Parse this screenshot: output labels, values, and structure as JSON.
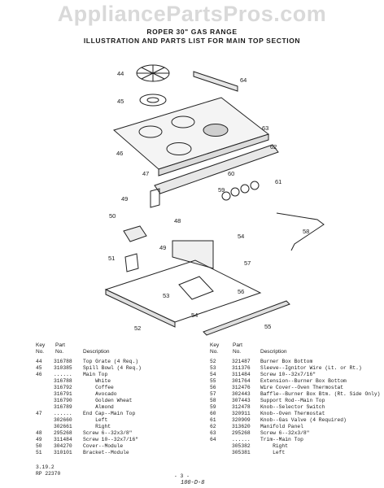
{
  "watermark": "AppliancePartsPros.com",
  "header": {
    "title": "ROPER 30\" GAS RANGE",
    "subtitle": "ILLUSTRATION AND PARTS LIST FOR MAIN TOP SECTION"
  },
  "diagram": {
    "callouts": [
      "44",
      "45",
      "46",
      "47",
      "48",
      "49",
      "49",
      "50",
      "51",
      "52",
      "53",
      "54",
      "54",
      "55",
      "56",
      "57",
      "58",
      "59",
      "60",
      "61",
      "62",
      "63",
      "64"
    ]
  },
  "parts_list": {
    "headers": {
      "key_line1": "Key",
      "key_line2": "No.",
      "part_line1": "Part",
      "part_line2": "No.",
      "description": "Description"
    },
    "left": [
      {
        "key": "44",
        "part": "316788",
        "desc": "Top Grate (4 Req.)"
      },
      {
        "key": "45",
        "part": "310385",
        "desc": "Spill Bowl (4 Req.)"
      },
      {
        "key": "46",
        "part": "......",
        "desc": "Main Top"
      },
      {
        "key": "",
        "part": "316788",
        "desc": "    White"
      },
      {
        "key": "",
        "part": "316792",
        "desc": "    Coffee"
      },
      {
        "key": "",
        "part": "316791",
        "desc": "    Avocado"
      },
      {
        "key": "",
        "part": "316790",
        "desc": "    Golden Wheat"
      },
      {
        "key": "",
        "part": "316789",
        "desc": "    Almond"
      },
      {
        "key": "47",
        "part": "......",
        "desc": "End Cap--Main Top"
      },
      {
        "key": "",
        "part": "302660",
        "desc": "    Left"
      },
      {
        "key": "",
        "part": "302661",
        "desc": "    Right"
      },
      {
        "key": "48",
        "part": "295268",
        "desc": "Screw 6--32x3/8\""
      },
      {
        "key": "49",
        "part": "311484",
        "desc": "Screw 10--32x7/16\""
      },
      {
        "key": "50",
        "part": "304270",
        "desc": "Cover--Module"
      },
      {
        "key": "51",
        "part": "310101",
        "desc": "Bracket--Module"
      }
    ],
    "right": [
      {
        "key": "52",
        "part": "321487",
        "desc": "Burner Box Bottom"
      },
      {
        "key": "53",
        "part": "311376",
        "desc": "Sleeve--Ignitor Wire (Lt. or Rt.)"
      },
      {
        "key": "54",
        "part": "311484",
        "desc": "Screw 10--32x7/16\""
      },
      {
        "key": "55",
        "part": "301764",
        "desc": "Extension--Burner Box Bottom"
      },
      {
        "key": "56",
        "part": "312476",
        "desc": "Wire Cover--Oven Thermostat"
      },
      {
        "key": "57",
        "part": "302443",
        "desc": "Baffle--Burner Box Btm. (Rt. Side Only)"
      },
      {
        "key": "58",
        "part": "307443",
        "desc": "Support Rod--Main Top"
      },
      {
        "key": "59",
        "part": "312478",
        "desc": "Knob--Selector Switch"
      },
      {
        "key": "60",
        "part": "320911",
        "desc": "Knob--Oven Thermostat"
      },
      {
        "key": "61",
        "part": "320909",
        "desc": "Knob--Gas Valve (4 Required)"
      },
      {
        "key": "62",
        "part": "313620",
        "desc": "Manifold Panel"
      },
      {
        "key": "63",
        "part": "295268",
        "desc": "Screw 6--32x3/8\""
      },
      {
        "key": "64",
        "part": "......",
        "desc": "Trim--Main Top"
      },
      {
        "key": "",
        "part": "305382",
        "desc": "    Right"
      },
      {
        "key": "",
        "part": "305381",
        "desc": "    Left"
      }
    ]
  },
  "footer": {
    "left_line1": "3.19.2",
    "left_line2": "RP 22370",
    "page": "- 3 -",
    "code": "100-D-8"
  }
}
